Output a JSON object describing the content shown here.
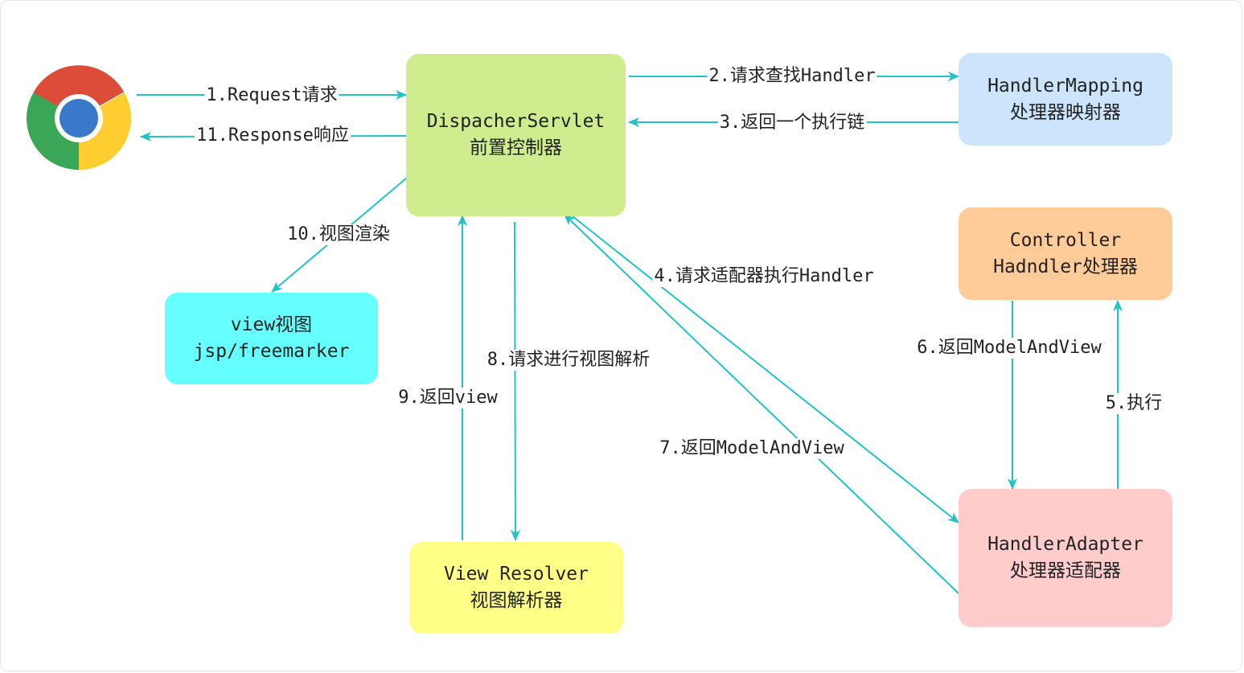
{
  "nodes": {
    "dispatcher": {
      "line1": "DispacherServlet",
      "line2": "前置控制器",
      "color": "#cfed8f"
    },
    "mapping": {
      "line1": "HandlerMapping",
      "line2": "处理器映射器",
      "color": "#cce5fd"
    },
    "controller": {
      "line1": "Controller",
      "line2": "Hadndler处理器",
      "color": "#ffcc99"
    },
    "adapter": {
      "line1": "HandlerAdapter",
      "line2": "处理器适配器",
      "color": "#ffcccc"
    },
    "view": {
      "line1": "view视图",
      "line2": "jsp/freemarker",
      "color": "#66ffff"
    },
    "resolver": {
      "line1": "View Resolver",
      "line2": "视图解析器",
      "color": "#ffff88"
    }
  },
  "edges": {
    "e1": "1.Request请求",
    "e2": "2.请求查找Handler",
    "e3": "3.返回一个执行链",
    "e4": "4.请求适配器执行Handler",
    "e5": "5.执行",
    "e6": "6.返回ModelAndView",
    "e7": "7.返回ModelAndView",
    "e8": "8.请求进行视图解析",
    "e9": "9.返回view",
    "e10": "10.视图渲染",
    "e11": "11.Response响应"
  },
  "colors": {
    "edge": "#1fc3c8"
  },
  "icons": {
    "browser": "chrome-browser-icon"
  }
}
